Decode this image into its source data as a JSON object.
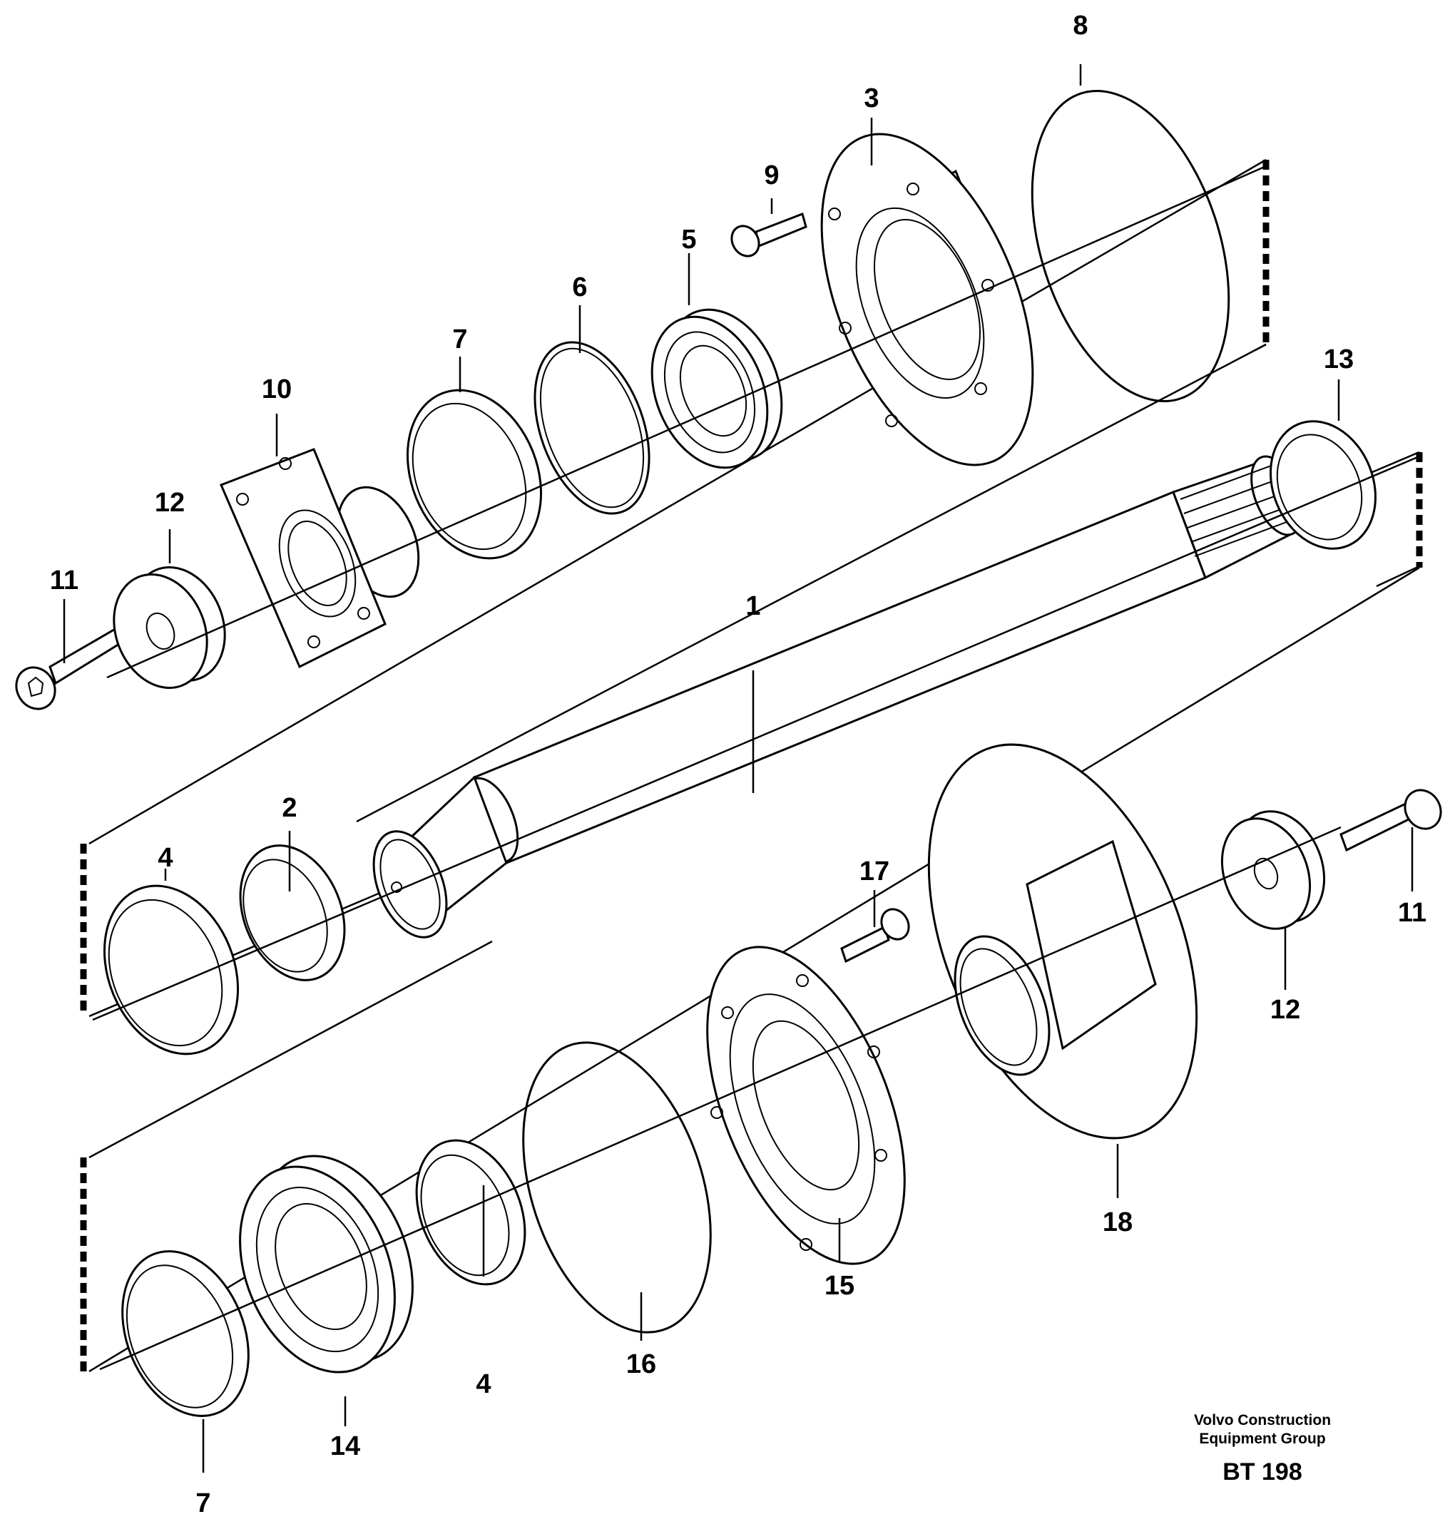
{
  "diagram": {
    "part_labels": {
      "p1": "1",
      "p2": "2",
      "p3": "3",
      "p4a": "4",
      "p4b": "4",
      "p5": "5",
      "p6": "6",
      "p7a": "7",
      "p7b": "7",
      "p8": "8",
      "p9": "9",
      "p10": "10",
      "p11a": "11",
      "p11b": "11",
      "p12a": "12",
      "p12b": "12",
      "p13": "13",
      "p14": "14",
      "p15": "15",
      "p16": "16",
      "p17": "17",
      "p18": "18"
    },
    "credit_line1": "Volvo Construction",
    "credit_line2": "Equipment Group",
    "drawing_code": "BT 198"
  }
}
